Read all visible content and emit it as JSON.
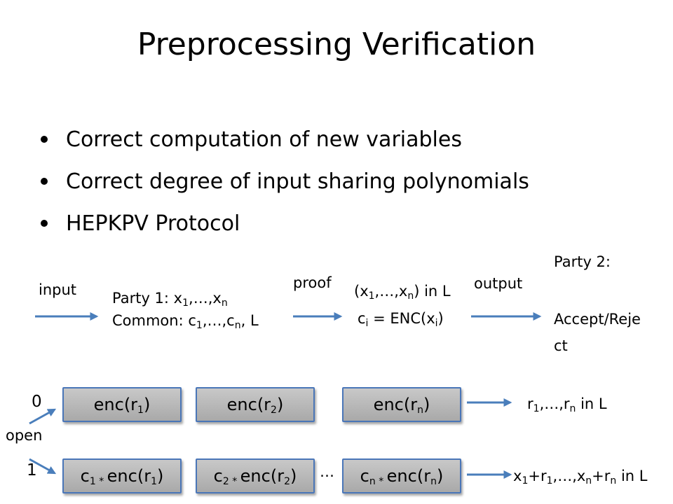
{
  "title": "Preprocessing Verification",
  "bullets": [
    {
      "text": "Correct computation of new variables"
    },
    {
      "text": "Correct degree of input sharing polynomials"
    },
    {
      "text": "HEPKPV Protocol"
    }
  ],
  "flow": {
    "input_label": "input",
    "party1_line1_prefix": "Party 1: x",
    "party1_line1_sub1": "1",
    "party1_line1_mid": ",…,x",
    "party1_line1_sub2": "n",
    "party1_line2_prefix": "Common: c",
    "party1_line2_sub1": "1",
    "party1_line2_mid": ",…,c",
    "party1_line2_sub2": "n",
    "party1_line2_suffix": ", L",
    "proof_label": "proof",
    "stmt_line1_prefix": "(x",
    "stmt_line1_sub1": "1",
    "stmt_line1_mid": ",…,x",
    "stmt_line1_sub2": "n",
    "stmt_line1_suffix": ") in L",
    "stmt_line2_prefix": "c",
    "stmt_line2_sub1": "i",
    "stmt_line2_mid": " = ENC(x",
    "stmt_line2_sub2": "i",
    "stmt_line2_suffix": ")",
    "output_label": "output",
    "party2_line1": "Party 2:",
    "party2_line2": "Accept/Reje",
    "party2_line3": "ct"
  },
  "protocol": {
    "bit0": "0",
    "bit1": "1",
    "open_label": "open",
    "ellipsis": "…",
    "enc1_prefix": "enc(r",
    "enc1_sub": "1",
    "enc1_suffix": ")",
    "enc2_prefix": "enc(r",
    "enc2_sub": "2",
    "enc2_suffix": ")",
    "encn_prefix": "enc(r",
    "encn_sub": "n",
    "encn_suffix": ")",
    "c1_prefix": "c",
    "c1_sub": "1 * ",
    "c1_mid": "enc(r",
    "c1_sub2": "1",
    "c1_suffix": ")",
    "c2_prefix": "c",
    "c2_sub": "2 * ",
    "c2_mid": "enc(r",
    "c2_sub2": "2",
    "c2_suffix": ")",
    "cn_prefix": "c",
    "cn_sub": "n * ",
    "cn_mid": "enc(r",
    "cn_sub2": "n",
    "cn_suffix": ")",
    "res0_prefix": "r",
    "res0_sub1": "1",
    "res0_mid": ",…,r",
    "res0_sub2": "n",
    "res0_suffix": " in L",
    "res1_a": "x",
    "res1_a_sub": "1",
    "res1_b": "+r",
    "res1_b_sub": "1",
    "res1_c": ",…,x",
    "res1_c_sub": "n",
    "res1_d": "+r",
    "res1_d_sub": "n",
    "res1_suffix": " in L"
  },
  "colors": {
    "arrow": "#4a7ebb",
    "box_border": "#4a76b8",
    "box_fill": "#b7b7b7"
  }
}
